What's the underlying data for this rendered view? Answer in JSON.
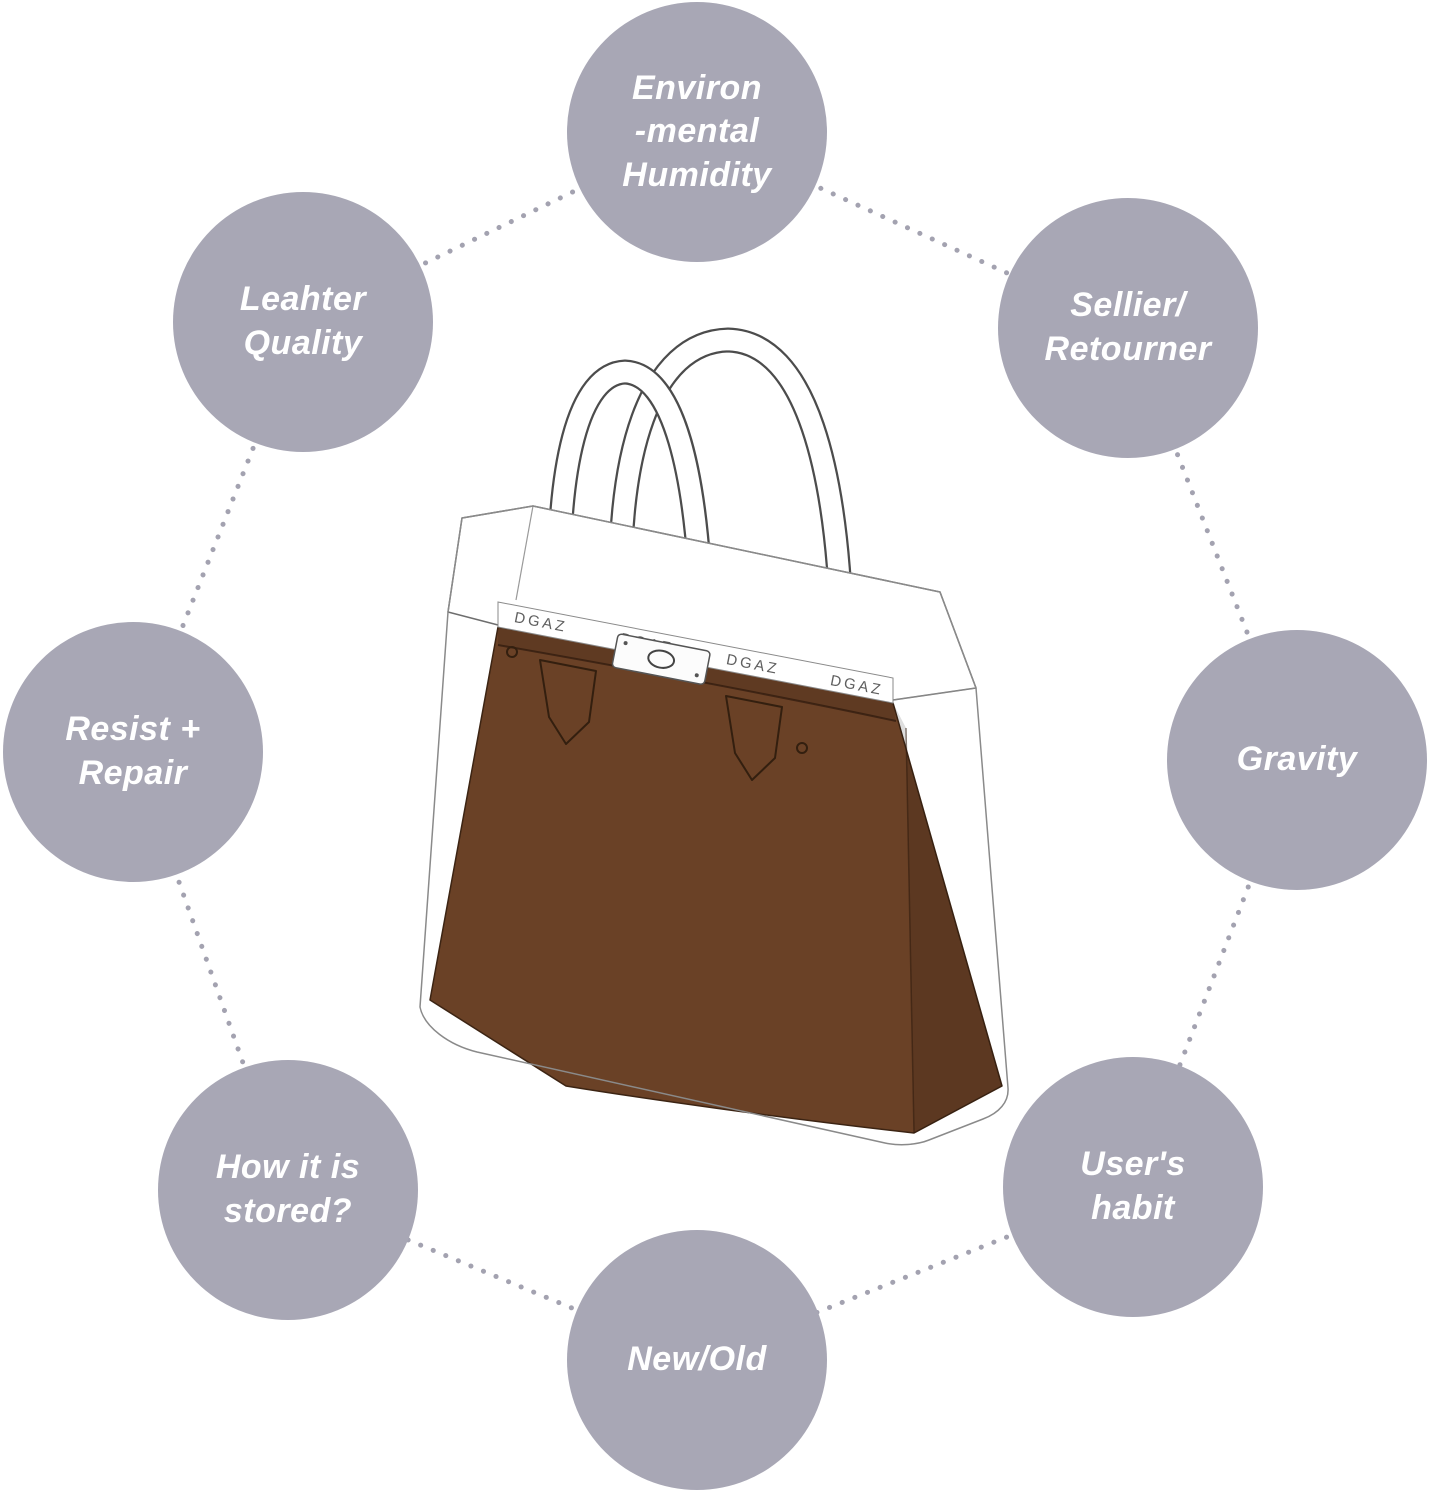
{
  "diagram": {
    "factors": [
      {
        "id": "environmental-humidity",
        "text": "Environ\n-mental\nHumidity"
      },
      {
        "id": "leather-quality",
        "text": "Leahter\nQuality"
      },
      {
        "id": "sellier-retourner",
        "text": "Sellier/\nRetourner"
      },
      {
        "id": "resist-repair",
        "text": "Resist +\nRepair"
      },
      {
        "id": "gravity",
        "text": "Gravity"
      },
      {
        "id": "how-it-is-stored",
        "text": "How it is\nstored?"
      },
      {
        "id": "users-habit",
        "text": "User's\nhabit"
      },
      {
        "id": "new-old",
        "text": "New/Old"
      }
    ],
    "bag": {
      "brand_text": "DGAZ"
    },
    "colors": {
      "circle_fill": "#a8a7b5",
      "label_text": "#ffffff",
      "dotted_line": "#a3a2b0",
      "bag_leather": "#6a4126",
      "bag_outline": "#8a8a8a"
    }
  }
}
